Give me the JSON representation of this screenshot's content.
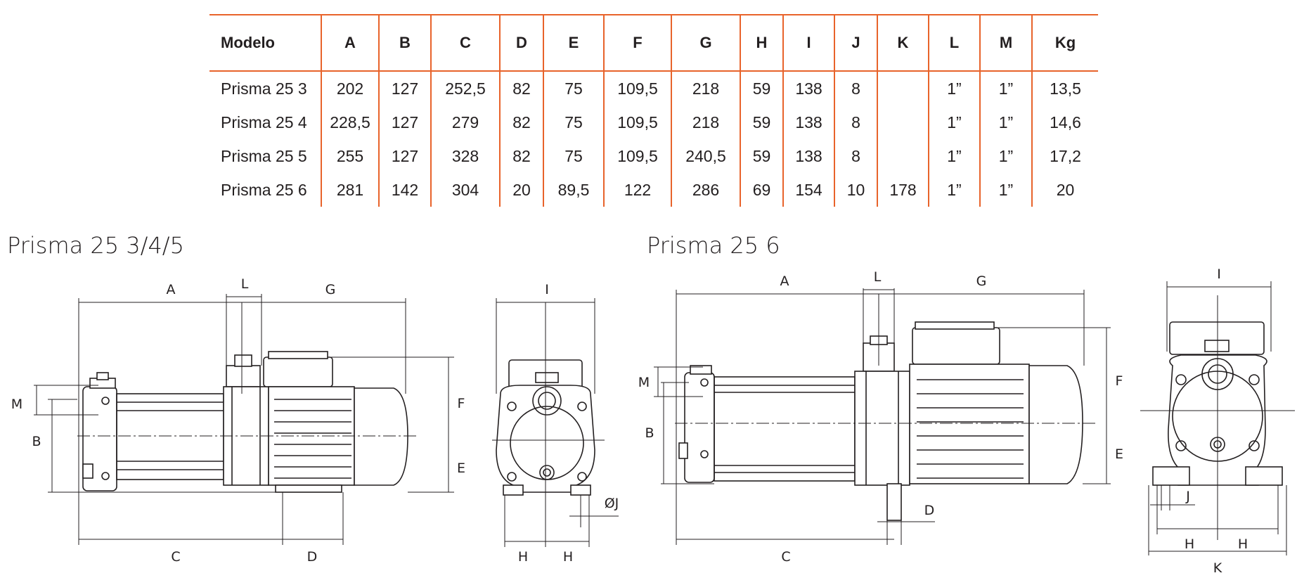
{
  "table": {
    "headers": [
      "Modelo",
      "A",
      "B",
      "C",
      "D",
      "E",
      "F",
      "G",
      "H",
      "I",
      "J",
      "K",
      "L",
      "M",
      "Kg"
    ],
    "rows": [
      [
        "Prisma 25 3",
        "202",
        "127",
        "252,5",
        "82",
        "75",
        "109,5",
        "218",
        "59",
        "138",
        "8",
        "",
        "1”",
        "1”",
        "13,5"
      ],
      [
        "Prisma 25 4",
        "228,5",
        "127",
        "279",
        "82",
        "75",
        "109,5",
        "218",
        "59",
        "138",
        "8",
        "",
        "1”",
        "1”",
        "14,6"
      ],
      [
        "Prisma 25 5",
        "255",
        "127",
        "328",
        "82",
        "75",
        "109,5",
        "240,5",
        "59",
        "138",
        "8",
        "",
        "1”",
        "1”",
        "17,2"
      ],
      [
        "Prisma 25 6",
        "281",
        "142",
        "304",
        "20",
        "89,5",
        "122",
        "286",
        "69",
        "154",
        "10",
        "178",
        "1”",
        "1”",
        "20"
      ]
    ],
    "accent_color": "#e8632b"
  },
  "titles": {
    "left": "Prisma 25 3/4/5",
    "right": "Prisma 25 6"
  },
  "drawing_left": {
    "side": {
      "A": "A",
      "L": "L",
      "G": "G",
      "M": "M",
      "B": "B",
      "F": "F",
      "E": "E",
      "C": "C",
      "D": "D"
    },
    "front": {
      "I": "I",
      "J": "ØJ",
      "H1": "H",
      "H2": "H"
    }
  },
  "drawing_right": {
    "side": {
      "A": "A",
      "L": "L",
      "G": "G",
      "M": "M",
      "B": "B",
      "F": "F",
      "E": "E",
      "C": "C",
      "D": "D"
    },
    "front": {
      "I": "I",
      "J": "J",
      "H1": "H",
      "H2": "H",
      "K": "K"
    }
  }
}
